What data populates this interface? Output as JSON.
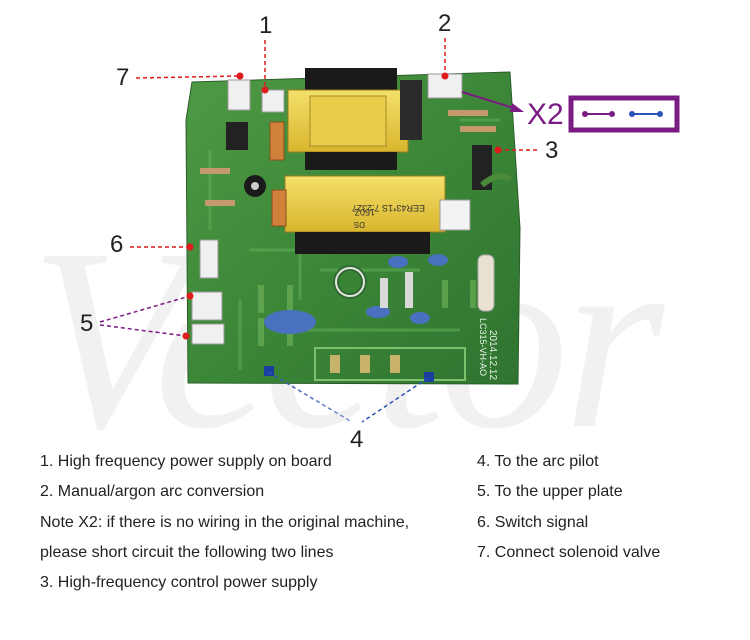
{
  "watermark": "Vector",
  "callouts": {
    "n1": "1",
    "n2": "2",
    "n3": "3",
    "n4": "4",
    "n5": "5",
    "n6": "6",
    "n7": "7"
  },
  "x2_label": "X2",
  "board_print": {
    "transformer_top_text": "EER43*1S 7.2327",
    "transformer_code": "150Z",
    "transformer_suffix": "DS",
    "board_model": "2014.12.12",
    "board_id": "LC315-VH-AO"
  },
  "notes": {
    "left": [
      "1. High frequency power supply on board",
      "2. Manual/argon arc conversion",
      "Note X2: if there is no wiring in the original machine,",
      "please short circuit the following two lines",
      "3. High-frequency control power supply"
    ],
    "right": [
      "4. To the arc pilot",
      "5. To the upper plate",
      "6. Switch signal",
      "7. Connect solenoid valve"
    ]
  },
  "colors": {
    "pcb_green": "#3f8a3c",
    "red_leader": "#e01b1b",
    "purple_leader": "#7a1c83",
    "blue_leader": "#2a52b8",
    "x2_frame": "#7a1c83"
  }
}
